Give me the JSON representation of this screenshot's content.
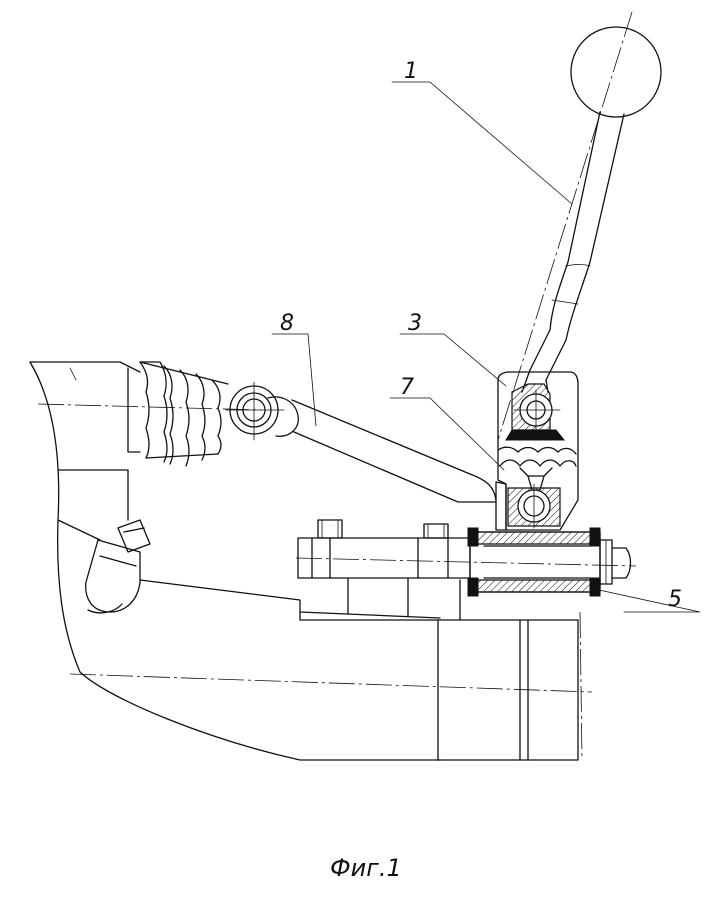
{
  "figure": {
    "caption": "Фиг.1",
    "callouts": [
      {
        "id": "c1",
        "text": "1"
      },
      {
        "id": "c3",
        "text": "3"
      },
      {
        "id": "c5",
        "text": "5"
      },
      {
        "id": "c7",
        "text": "7"
      },
      {
        "id": "c8",
        "text": "8"
      }
    ]
  }
}
